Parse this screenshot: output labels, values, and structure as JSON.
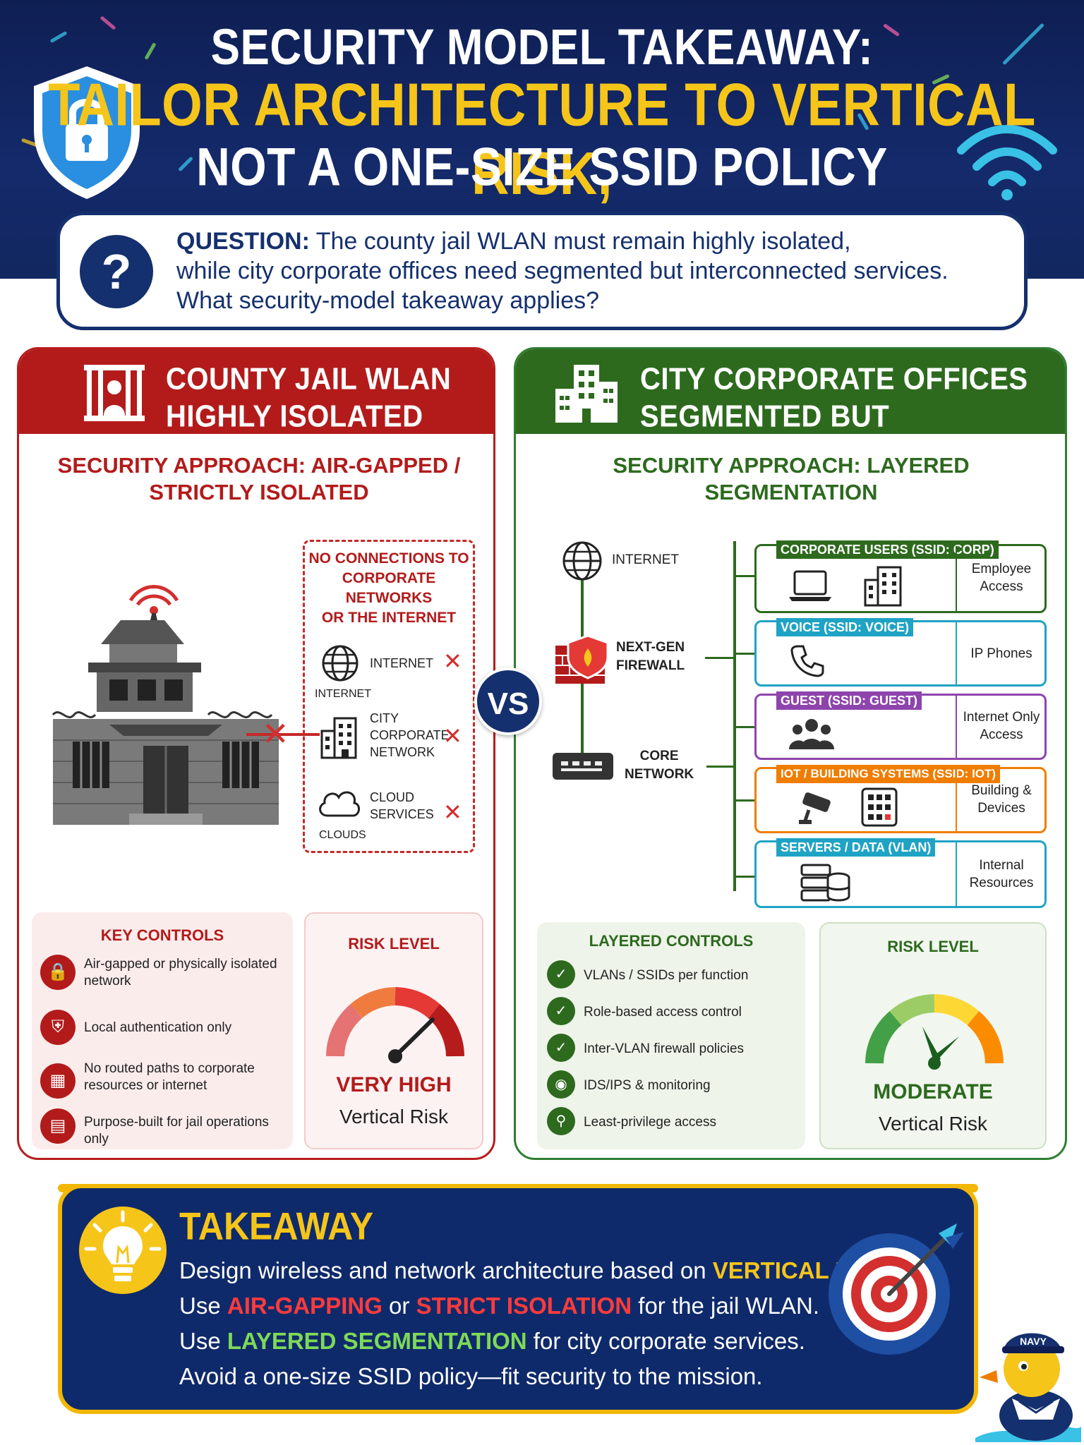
{
  "header": {
    "line1": "SECURITY MODEL TAKEAWAY:",
    "line2": "TAILOR ARCHITECTURE TO VERTICAL RISK,",
    "line3": "NOT A ONE-SIZE SSID POLICY"
  },
  "question": {
    "label": "QUESTION:",
    "line1": "The county jail WLAN must remain highly isolated,",
    "line2": "while city corporate offices need segmented but interconnected services.",
    "line3": "What security-model takeaway applies?"
  },
  "vs": "VS",
  "jail": {
    "title1": "COUNTY JAIL WLAN",
    "title2": "HIGHLY ISOLATED",
    "approach1": "SECURITY APPROACH: AIR-GAPPED /",
    "approach2": "STRICTLY ISOLATED",
    "no_connections": {
      "title1": "NO CONNECTIONS TO",
      "title2": "CORPORATE NETWORKS",
      "title3": "OR THE INTERNET",
      "items": [
        {
          "label": "INTERNET",
          "caption": "INTERNET"
        },
        {
          "label1": "CITY",
          "label2": "CORPORATE",
          "label3": "NETWORK"
        },
        {
          "label1": "CLOUD",
          "label2": "SERVICES",
          "caption": "CLOUDS"
        }
      ]
    },
    "key_controls": {
      "title": "KEY CONTROLS",
      "items": [
        {
          "line1": "Air-gapped or physically isolated",
          "line2": "network"
        },
        {
          "line1": "Local authentication only",
          "line2": ""
        },
        {
          "line1": "No routed paths to corporate",
          "line2": "resources or internet"
        },
        {
          "line1": "Purpose-built for jail operations",
          "line2": "only"
        }
      ]
    },
    "risk": {
      "title": "RISK LEVEL",
      "level": "VERY HIGH",
      "sub": "Vertical Risk"
    }
  },
  "city": {
    "title1": "CITY CORPORATE OFFICES",
    "title2": "SEGMENTED BUT INTERCONNECTED",
    "approach1": "SECURITY APPROACH: LAYERED",
    "approach2": "SEGMENTATION",
    "network": {
      "internet": "INTERNET",
      "firewall1": "NEXT-GEN",
      "firewall2": "FIREWALL",
      "core1": "CORE",
      "core2": "NETWORK"
    },
    "segments": [
      {
        "tag": "CORPORATE USERS (SSID: CORP)",
        "right1": "Employee",
        "right2": "Access",
        "color": "#2d6a1e"
      },
      {
        "tag": "VOICE (SSID: VOICE)",
        "right1": "IP Phones",
        "right2": "",
        "color": "#1fa3c4"
      },
      {
        "tag": "GUEST (SSID: GUEST)",
        "right1": "Internet Only",
        "right2": "Access",
        "color": "#8e44ad"
      },
      {
        "tag": "IOT / BUILDING SYSTEMS (SSID: IOT)",
        "right1": "Building &",
        "right2": "Devices",
        "color": "#ef7d00"
      },
      {
        "tag": "SERVERS / DATA (VLAN)",
        "right1": "Internal",
        "right2": "Resources",
        "color": "#1fa3c4"
      }
    ],
    "layered_controls": {
      "title": "LAYERED CONTROLS",
      "items": [
        "VLANs / SSIDs per function",
        "Role-based access control",
        "Inter-VLAN firewall policies",
        "IDS/IPS & monitoring",
        "Least-privilege access"
      ]
    },
    "risk": {
      "title": "RISK LEVEL",
      "level": "MODERATE",
      "sub": "Vertical Risk"
    }
  },
  "takeaway": {
    "title": "TAKEAWAY",
    "l1a": "Design wireless and network architecture based on ",
    "l1b": "VERTICAL RISK",
    "l1c": ".",
    "l2a": "Use ",
    "l2b": "AIR-GAPPING",
    "l2c": " or ",
    "l2d": "STRICT ISOLATION",
    "l2e": " for the jail WLAN.",
    "l3a": "Use ",
    "l3b": "LAYERED SEGMENTATION",
    "l3c": " for city corporate services.",
    "l4": "Avoid a one-size SSID policy—fit security to the mission."
  },
  "mascot_badge": "NAVY",
  "colors": {
    "navy": "#15306e",
    "jail_red": "#b31b1b",
    "city_green": "#2d6a1e",
    "highlight_yellow": "#f6c51a"
  }
}
